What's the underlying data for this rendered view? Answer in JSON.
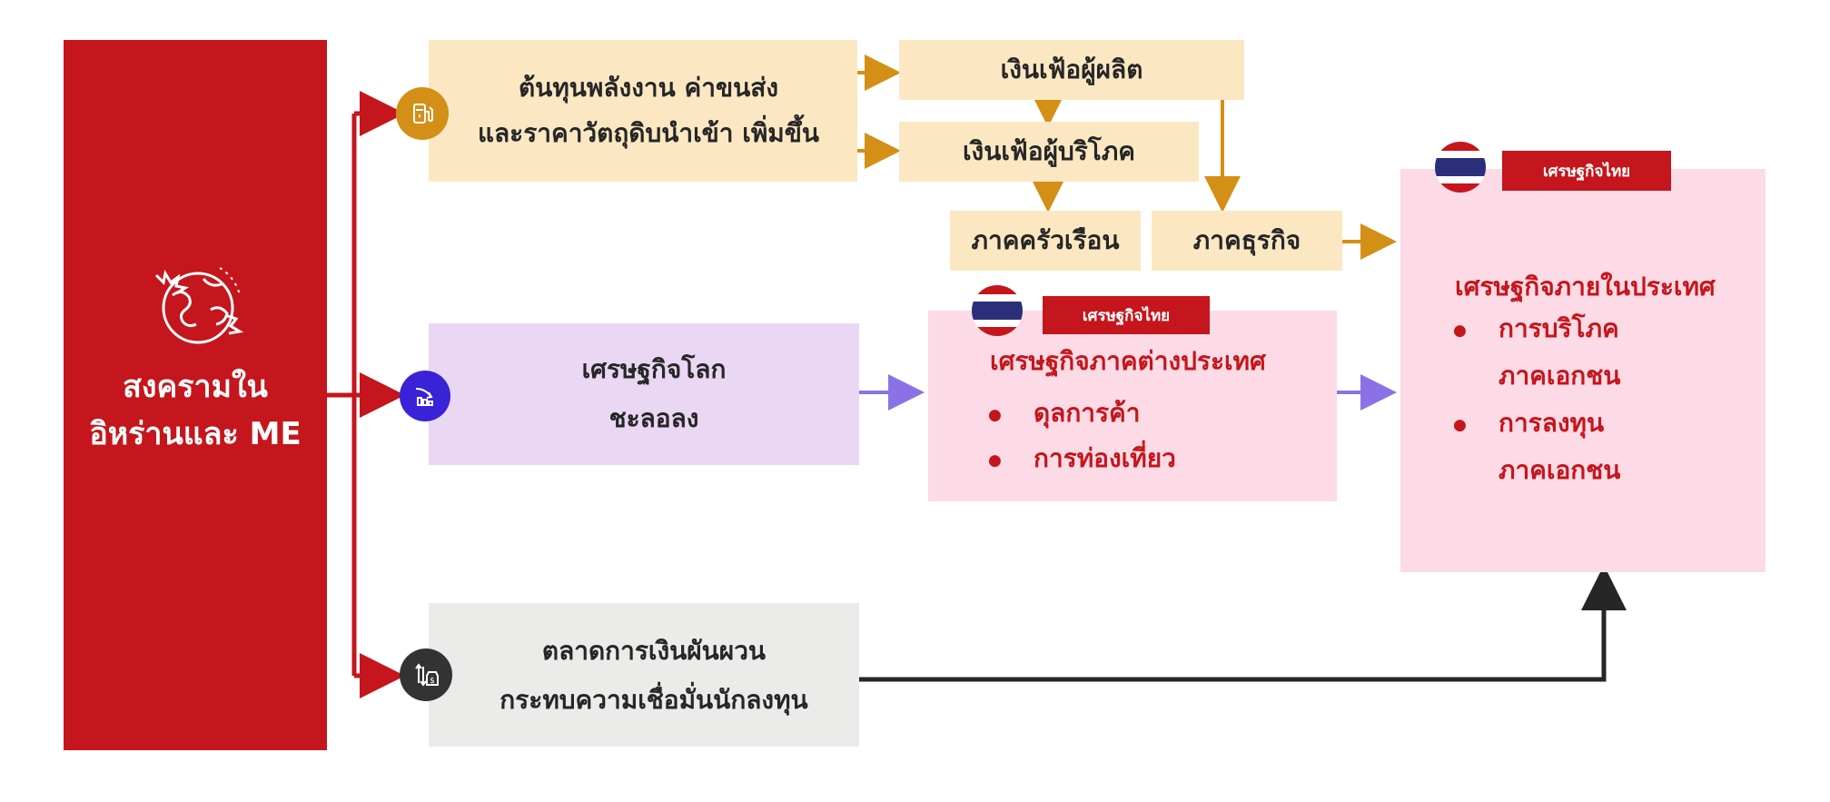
{
  "left": {
    "title_line1": "สงครามใน",
    "title_line2": "อิหร่านและ ME"
  },
  "energy": {
    "line1": "ต้นทุนพลังงาน ค่าขนส่ง",
    "line2": "และราคาวัตถุดิบนำเข้า เพิ่มขึ้น",
    "producer": "เงินเฟ้อผู้ผลิต",
    "consumer": "เงินเฟ้อผู้บริโภค",
    "household": "ภาคครัวเรือน",
    "business": "ภาคธุรกิจ"
  },
  "world": {
    "line1": "เศรษฐกิจโลก",
    "line2": "ชะลอลง"
  },
  "financial": {
    "line1": "ตลาดการเงินผันผวน",
    "line2": "กระทบความเชื่อมั่นนักลงทุน"
  },
  "external": {
    "badge": "เศรษฐกิจไทย",
    "title": "เศรษฐกิจภาคต่างประเทศ",
    "items": [
      "ดุลการค้า",
      "การท่องเที่ยว"
    ]
  },
  "domestic": {
    "badge": "เศรษฐกิจไทย",
    "title": "เศรษฐกิจภายในประเทศ",
    "item1_line1": "การบริโภค",
    "item1_line2": "ภาคเอกชน",
    "item2_line1": "การลงทุน",
    "item2_line2": "ภาคเอกชน"
  },
  "colors": {
    "red": "#c4161c",
    "gold": "#d38f16",
    "purple": "#8a72e6",
    "dark": "#262626",
    "yellow_bg": "#fbe8c3",
    "purple_bg": "#ead7f3",
    "gray_bg": "#ebebea",
    "pink_bg": "#fcdbe6"
  },
  "icons": [
    "globe-explosion-icon",
    "fuel-pump-icon",
    "declining-economy-icon",
    "market-volatility-icon",
    "thai-flag-icon"
  ]
}
